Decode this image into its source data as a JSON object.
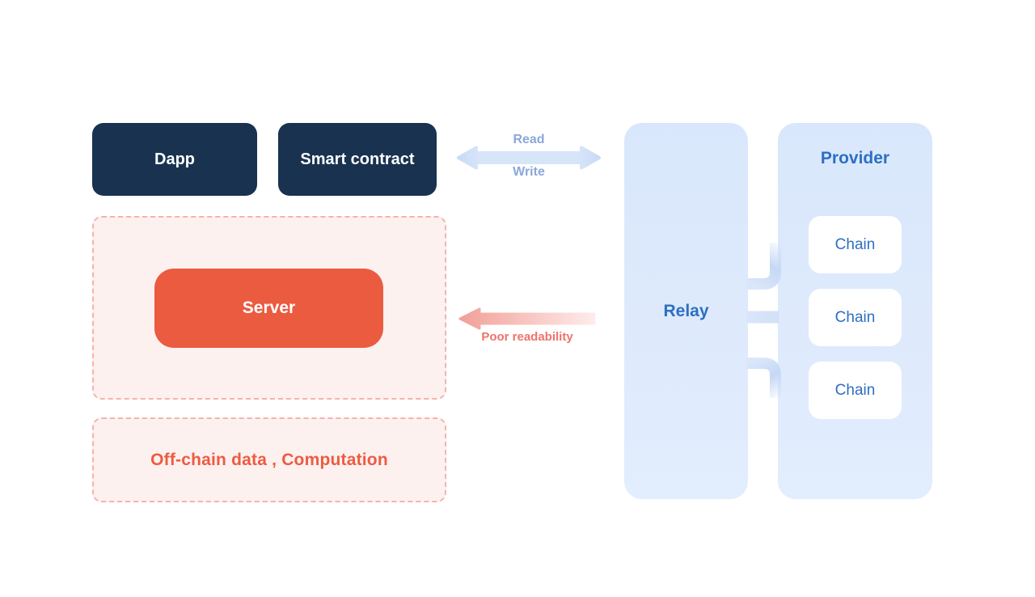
{
  "colors": {
    "navy": "#183250",
    "server-orange": "#EA5B40",
    "pink-fill": "#FDF1F0",
    "pink-border": "#F4B3AC",
    "orange-text": "#ED5B41",
    "salmon-text": "#EE736B",
    "panel-blue": "#D9E7FC",
    "panel-blue-light": "#E2EDFD",
    "blue-text": "#2D6FC1",
    "chain-text": "#2F6EC1",
    "readwrite-text": "#8BA7DA",
    "blue-arrow-dark": "#C8DBF6",
    "blue-arrow-light": "#D7E5F9",
    "pink-arrow-dark": "#F1A099",
    "pink-arrow-mid": "#F5B3AC",
    "pink-arrow-light": "#FDECEB",
    "pipe": "#C5D8F5",
    "pipe-light": "#DAE6FA"
  },
  "nodes": {
    "dapp": {
      "label": "Dapp"
    },
    "smart_contract": {
      "label": "Smart contract"
    },
    "server": {
      "label": "Server"
    },
    "offchain": {
      "label": "Off-chain data , Computation"
    },
    "relay": {
      "label": "Relay"
    },
    "provider": {
      "label": "Provider"
    },
    "chains": [
      {
        "label": "Chain"
      },
      {
        "label": "Chain"
      },
      {
        "label": "Chain"
      }
    ]
  },
  "arrows": {
    "read_write": {
      "top_label": "Read",
      "bottom_label": "Write"
    },
    "poor_readability": {
      "label": "Poor readability"
    }
  }
}
